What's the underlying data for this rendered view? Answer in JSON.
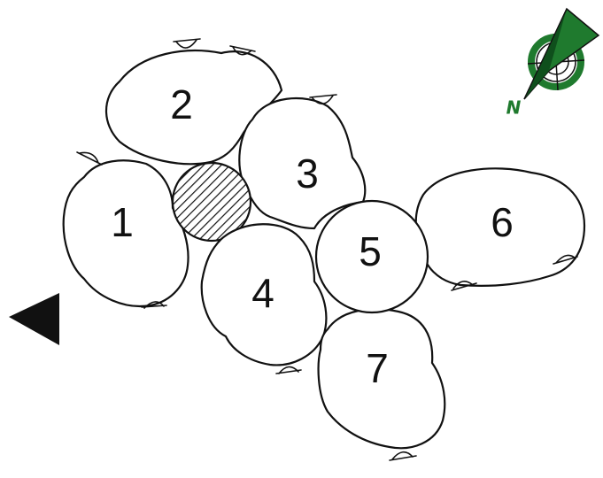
{
  "rooms": [
    {
      "id": "1",
      "label": "1"
    },
    {
      "id": "2",
      "label": "2"
    },
    {
      "id": "3",
      "label": "3"
    },
    {
      "id": "4",
      "label": "4"
    },
    {
      "id": "5",
      "label": "5"
    },
    {
      "id": "6",
      "label": "6"
    },
    {
      "id": "7",
      "label": "7"
    }
  ],
  "compass": {
    "letter": "N",
    "color": "#1f7a2e"
  },
  "entrance_marker": {
    "icon": "entrance-arrow-icon",
    "color": "#111111"
  },
  "hatched_area": {
    "icon": "hatched-circle-icon"
  }
}
